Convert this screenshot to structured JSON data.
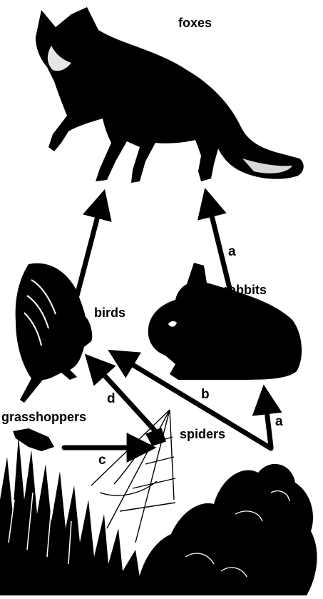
{
  "diagram": {
    "nodes": {
      "foxes": "foxes",
      "rabbits": "rabbits",
      "birds": "birds",
      "grasshoppers": "grasshoppers",
      "spiders": "spiders"
    },
    "arrow_labels": {
      "plants_to_rabbits": "a",
      "rabbits_to_foxes": "a",
      "plants_to_birds": "b",
      "grasshoppers_to_spiders": "c",
      "spiders_to_birds": "d"
    },
    "edges": [
      {
        "from": "birds",
        "to": "foxes",
        "label": ""
      },
      {
        "from": "rabbits",
        "to": "foxes",
        "label": "a"
      },
      {
        "from": "plants",
        "to": "rabbits",
        "label": "a"
      },
      {
        "from": "plants",
        "to": "birds",
        "label": "b"
      },
      {
        "from": "grasshoppers",
        "to": "spiders",
        "label": "c"
      },
      {
        "from": "spiders",
        "to": "birds",
        "label": "d"
      }
    ],
    "colors": {
      "ink": "#000000",
      "background": "#ffffff"
    },
    "illustrations": [
      "fox-illustration",
      "rabbit-illustration",
      "bird-illustration",
      "grasshopper-illustration",
      "spider-web-illustration",
      "grass-illustration",
      "bush-illustration"
    ]
  }
}
